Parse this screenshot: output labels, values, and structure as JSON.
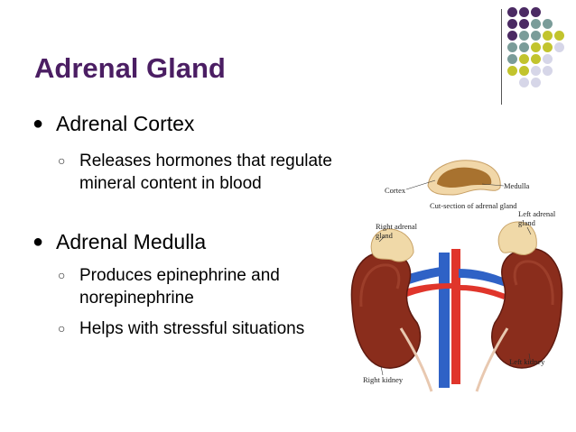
{
  "slide": {
    "title": "Adrenal Gland",
    "bullets": [
      {
        "label": "Adrenal Cortex",
        "sub": [
          "Releases hormones that regulate mineral content in blood"
        ]
      },
      {
        "label": "Adrenal Medulla",
        "sub": [
          "Produces epinephrine and norepinephrine",
          "Helps with stressful situations"
        ]
      }
    ]
  },
  "diagram": {
    "labels": {
      "cortex": "Cortex",
      "medulla": "Medulla",
      "cut_section": "Cut-section of adrenal gland",
      "right_adrenal_1": "Right adrenal",
      "right_adrenal_2": "gland",
      "left_adrenal_1": "Left adrenal",
      "left_adrenal_2": "gland",
      "right_kidney": "Right kidney",
      "left_kidney": "Left kidney"
    }
  },
  "colors": {
    "title": "#4b1e63",
    "purple": "#4b2a63",
    "teal": "#7a9c99",
    "olive": "#c2c42d",
    "lavender": "#d6d6e8"
  }
}
